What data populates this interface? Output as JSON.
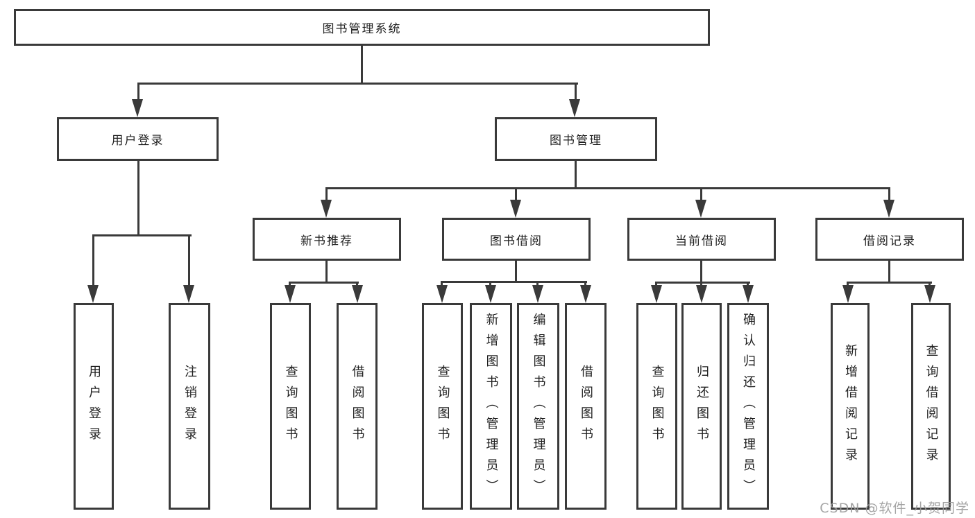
{
  "colors": {
    "line": "#3a3a3a",
    "text": "#1f1f1f",
    "watermark": "#9b9b9b",
    "background": "#ffffff"
  },
  "diagram": {
    "root": "图书管理系统",
    "level2": [
      "用户登录",
      "图书管理"
    ],
    "level3": [
      "新书推荐",
      "图书借阅",
      "当前借阅",
      "借阅记录"
    ],
    "leaves": [
      "用户登录",
      "注销登录",
      "查询图书",
      "借阅图书",
      "查询图书",
      "新增图书（管理员）",
      "编辑图书（管理员）",
      "借阅图书",
      "查询图书",
      "归还图书",
      "确认归还（管理员）",
      "新增借阅记录",
      "查询借阅记录"
    ]
  },
  "watermark": {
    "text": "CSDN @软件_小贺同学"
  }
}
